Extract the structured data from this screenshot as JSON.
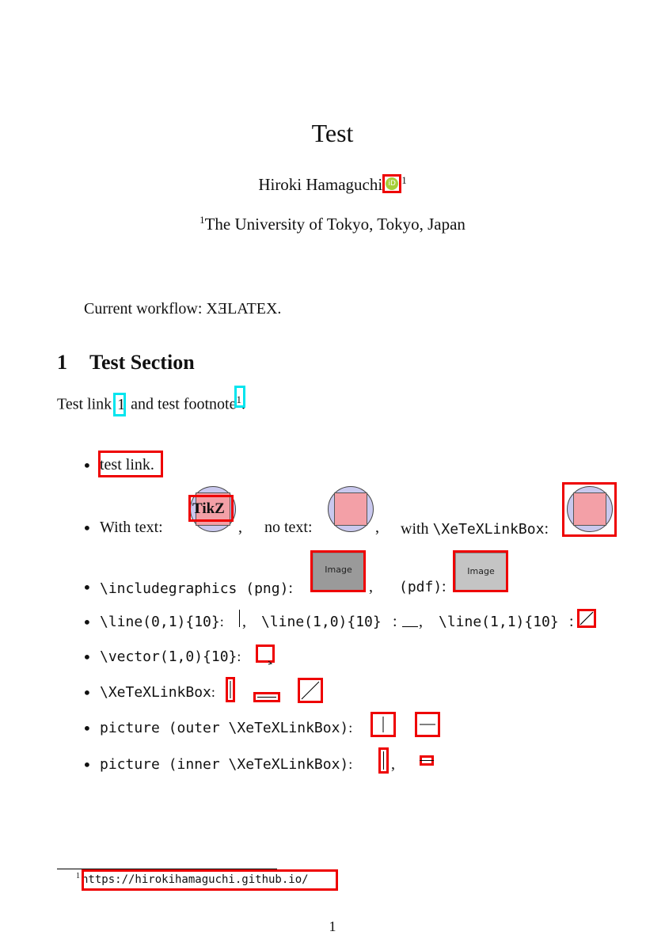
{
  "title": "Test",
  "author": {
    "name": "Hiroki Hamaguchi",
    "affiliation_mark": "1",
    "orcid_label": "iD"
  },
  "affiliation": {
    "mark": "1",
    "text": "The University of Tokyo, Tokyo, Japan"
  },
  "workflow": {
    "prefix": "Current workflow: ",
    "engine": "XƎLATEX."
  },
  "section": {
    "number": "1",
    "title": "Test Section"
  },
  "intro_line": {
    "part1": "Test link ",
    "ref": "1",
    "part2": " and test footnote",
    "fn_mark": "1",
    "part3": "."
  },
  "items": {
    "link": {
      "text": "test link",
      "trail": "."
    },
    "with_text": {
      "label": "With text:",
      "tikz": "TikZ",
      "sep": ",",
      "no_text": "no text:",
      "with_box": "with ",
      "with_box_code": "\\XeTeXLinkBox",
      "colon": ":"
    },
    "includegraphics": {
      "code": "\\includegraphics (png)",
      "colon": ":",
      "comma": ",",
      "pdf": "(pdf)",
      "pdf_colon": ":",
      "image_label": "Image"
    },
    "line": {
      "a": "\\line(0,1){10}",
      "b": "\\line(1,0){10}",
      "c": "\\line(1,1){10}",
      "colon": ":",
      "comma": ","
    },
    "vector": {
      "code": "\\vector(1,0){10}",
      "colon": ":"
    },
    "linkbox": {
      "code": "\\XeTeXLinkBox",
      "colon": ":"
    },
    "picture_outer": {
      "code": "picture (outer \\XeTeXLinkBox)",
      "colon": ":"
    },
    "picture_inner": {
      "code": "picture (inner \\XeTeXLinkBox)",
      "colon": ":",
      "comma": ","
    }
  },
  "footnote": {
    "mark": "1",
    "url": "https://hirokihamaguchi.github.io/"
  },
  "page_number": "1",
  "colors": {
    "link_border": "#ee0000",
    "cite_border": "#00e5ee",
    "circle_fill": "#c9c8ee",
    "square_fill": "#f3a0a7",
    "orcid_green": "#a6ce39"
  }
}
